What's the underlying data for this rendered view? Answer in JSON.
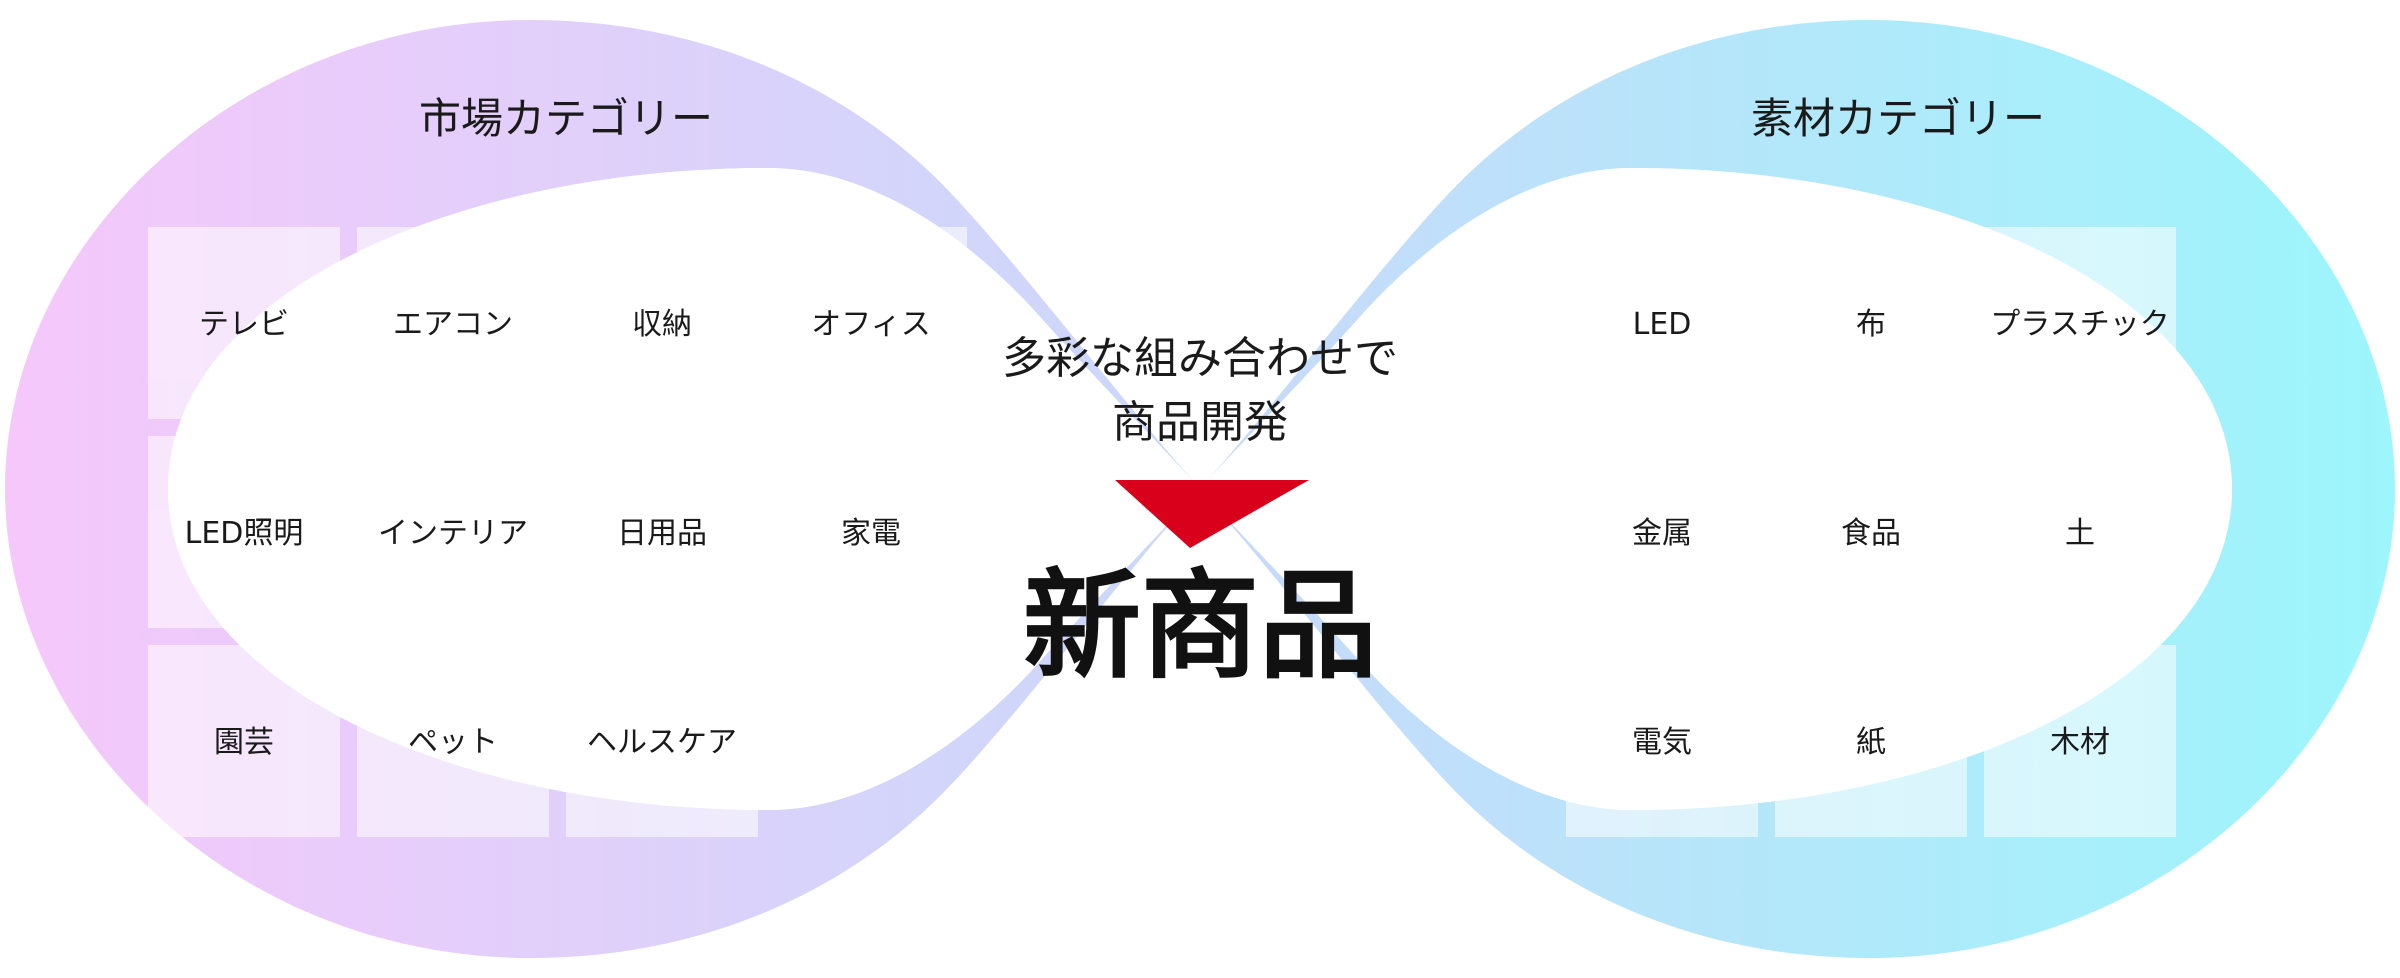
{
  "colors": {
    "loop_left": "#f6c7fb",
    "loop_middle": "#c9d9fa",
    "loop_right": "#9cf6fb",
    "arrow": "#d9001b",
    "grid_cell": "#ffffff"
  },
  "market": {
    "title": "市場カテゴリー",
    "items": [
      [
        "テレビ",
        "エアコン",
        "収納",
        "オフィス"
      ],
      [
        "LED照明",
        "インテリア",
        "日用品",
        "家電"
      ],
      [
        "園芸",
        "ペット",
        "ヘルスケア"
      ]
    ]
  },
  "material": {
    "title": "素材カテゴリー",
    "items": [
      [
        "LED",
        "布",
        "プラスチック"
      ],
      [
        "金属",
        "食品",
        "土"
      ],
      [
        "電気",
        "紙",
        "木材"
      ]
    ]
  },
  "center": {
    "subtitle_line1": "多彩な組み合わせで",
    "subtitle_line2": "商品開発",
    "arrow_icon": "down-triangle-arrow",
    "main_title": "新商品"
  }
}
